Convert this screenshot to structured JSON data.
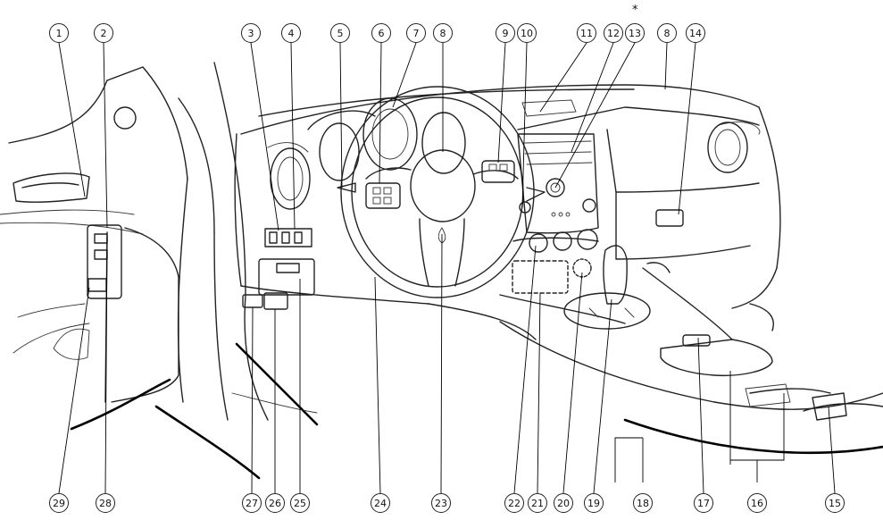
{
  "top_labels": [
    "1",
    "2",
    "3",
    "4",
    "5",
    "6",
    "7",
    "8",
    "9",
    "10",
    "11",
    "12",
    "13",
    "8",
    "14"
  ],
  "bottom_labels": [
    "29",
    "28",
    "27",
    "26",
    "25",
    "24",
    "23",
    "22",
    "21",
    "20",
    "19",
    "18",
    "17",
    "16",
    "15"
  ],
  "asterisk": "*"
}
